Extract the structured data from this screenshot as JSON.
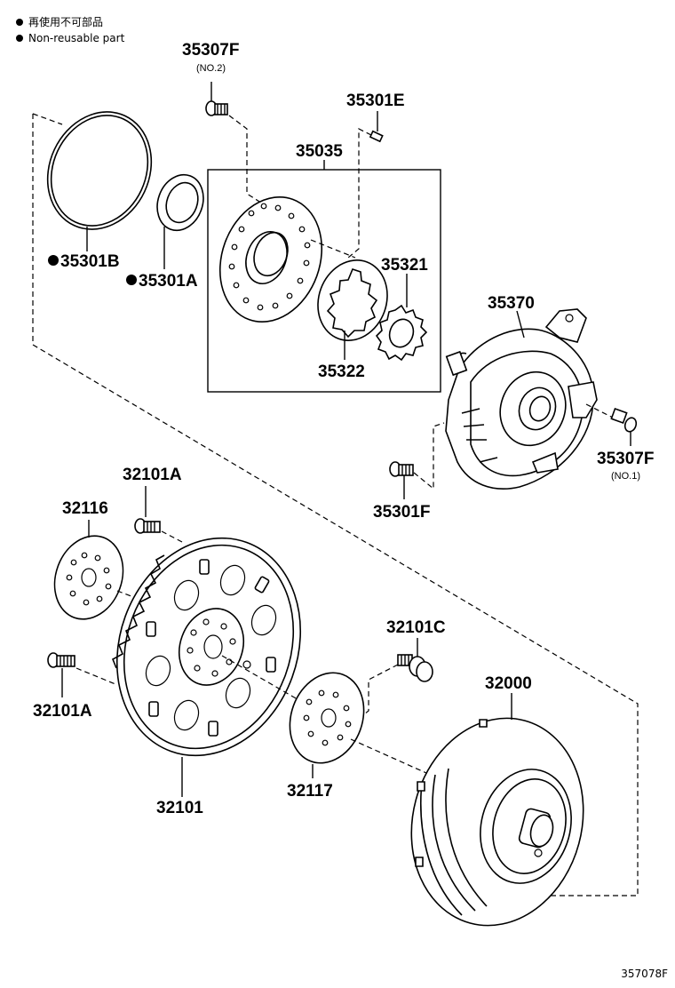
{
  "legend": {
    "jp": "再使用不可部品",
    "en": "Non-reusable part"
  },
  "labels": {
    "p35307f_no2": "35307F",
    "p35307f_no2_sub": "(NO.2)",
    "p35301e": "35301E",
    "p35035": "35035",
    "p35301b": "35301B",
    "p35301a": "35301A",
    "p35321": "35321",
    "p35322": "35322",
    "p35370": "35370",
    "p35307f_no1": "35307F",
    "p35307f_no1_sub": "(NO.1)",
    "p35301f": "35301F",
    "p32101a_top": "32101A",
    "p32116": "32116",
    "p32101c": "32101C",
    "p32000": "32000",
    "p32101a_left": "32101A",
    "p32117": "32117",
    "p32101": "32101"
  },
  "diagram_id": "357078F"
}
